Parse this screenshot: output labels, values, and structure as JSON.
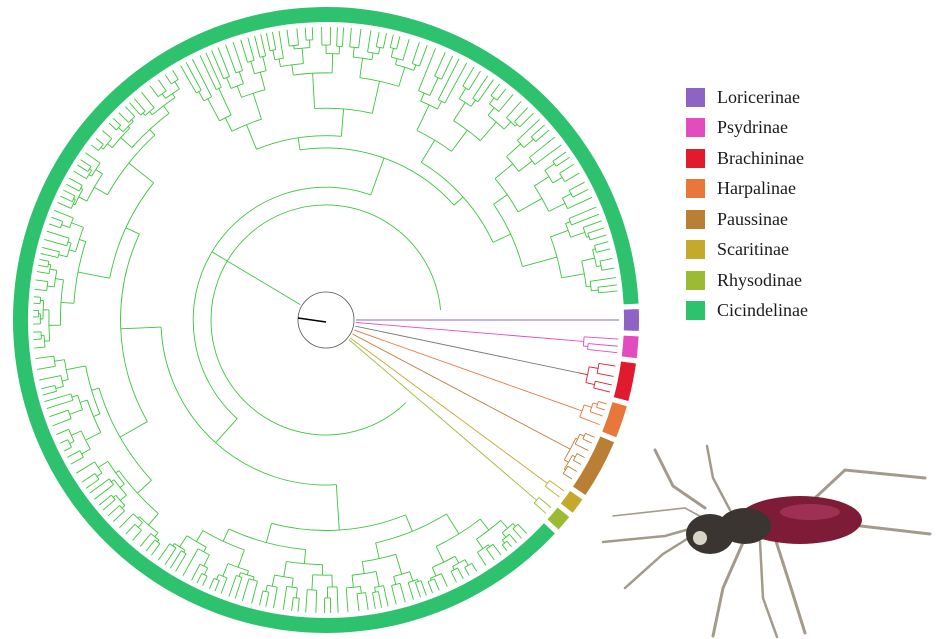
{
  "legend": [
    {
      "label": "Loricerinae",
      "color": "#8e63c4"
    },
    {
      "label": "Psydrinae",
      "color": "#e24cbe"
    },
    {
      "label": "Brachininae",
      "color": "#e01b2e"
    },
    {
      "label": "Harpalinae",
      "color": "#e8773c"
    },
    {
      "label": "Paussinae",
      "color": "#b97f35"
    },
    {
      "label": "Scaritinae",
      "color": "#c4a92c"
    },
    {
      "label": "Rhysodinae",
      "color": "#9cbb34"
    },
    {
      "label": "Cicindelinae",
      "color": "#2fc26e"
    }
  ],
  "tree": {
    "layout": "circular",
    "ring_order": [
      "Loricerinae",
      "Psydrinae",
      "Brachininae",
      "Harpalinae",
      "Paussinae",
      "Scaritinae",
      "Rhysodinae",
      "Cicindelinae"
    ],
    "line_color": "#3cc53c",
    "outgroup_line_color": "#7a7a7a"
  },
  "photo": {
    "icon": "tiger-beetle-photo",
    "colors": {
      "body": "#7e1c38",
      "head": "#3a3530",
      "legs": "#a39a8c"
    }
  }
}
